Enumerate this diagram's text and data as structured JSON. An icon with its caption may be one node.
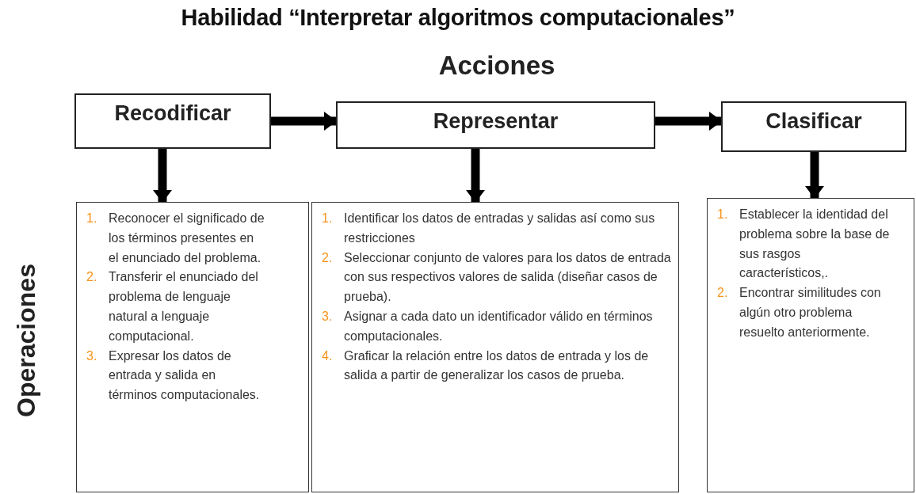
{
  "diagram": {
    "title": "Habilidad “Interpretar algoritmos computacionales”",
    "nodes": [
      {
        "text": [
          "Recodificar"
        ]
      },
      {
        "text": [
          "Representar"
        ]
      },
      {
        "text": [
          "Clasificar"
        ]
      },
      {
        "text": [
          "1.",
          "Reconocer el significado de los términos presentes en el enunciado del problema.",
          "2.",
          "Transferir el enunciado del problema de lenguaje natural a lenguaje computacional.",
          "3.",
          "Expresar los datos de entrada y salida en términos computacionales."
        ]
      },
      {
        "text": [
          "1.",
          "Identificar los datos de entradas y salidas así como sus restricciones",
          "2.",
          "Seleccionar conjunto de valores para los datos de entrada con sus respectivos valores de salida (diseñar casos de prueba).",
          "3.",
          "Asignar a cada dato un identificador válido en términos computacionales.",
          "4.",
          "Graficar la relación entre los datos de entrada y los de salida a partir de generalizar los casos de prueba."
        ]
      },
      {
        "text": [
          "1.",
          "Establecer la identidad del problema sobre la base de sus rasgos característicos,.",
          "2.",
          "Encontrar similitudes con algún otro problema resuelto anteriormente."
        ]
      }
    ],
    "edges": [
      {
        "from": 0,
        "to": 1,
        "arrow": "to"
      },
      {
        "from": 1,
        "to": 2,
        "arrow": "to"
      },
      {
        "from": 0,
        "to": 3,
        "arrow": "to"
      },
      {
        "from": 1,
        "to": 4,
        "arrow": "to"
      },
      {
        "from": 2,
        "to": 5,
        "arrow": "to"
      }
    ],
    "labels": [
      "Acciones",
      "Operaciones"
    ]
  }
}
